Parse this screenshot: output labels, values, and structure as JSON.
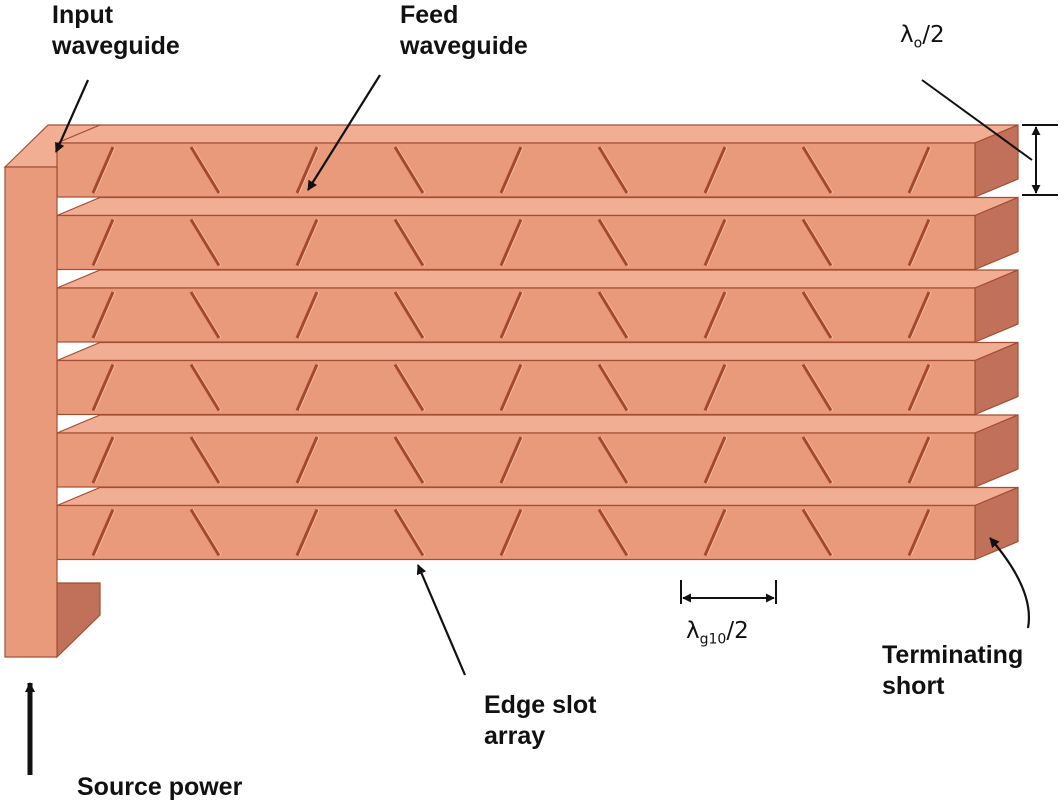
{
  "labels": {
    "input_waveguide": [
      "Input",
      "waveguide"
    ],
    "feed_waveguide": [
      "Feed",
      "waveguide"
    ],
    "edge_slot_array": [
      "Edge slot",
      "array"
    ],
    "terminating_short": [
      "Terminating",
      "short"
    ],
    "source_power": "Source power"
  },
  "symbols": {
    "free_space_half": {
      "base": "λ",
      "sub": "o",
      "tail": "/2"
    },
    "guide_half": {
      "base": "λ",
      "sub": "g10",
      "tail": "/2"
    }
  },
  "colors": {
    "face": "#E99A7A",
    "top": "#F2AE92",
    "side": "#C17159",
    "edge": "#A34E34",
    "slot": "#A5482D",
    "slot_highlight": "#F6C3AE",
    "text": "#111111"
  },
  "waveguide_rows": 6,
  "slots_per_row": 9
}
